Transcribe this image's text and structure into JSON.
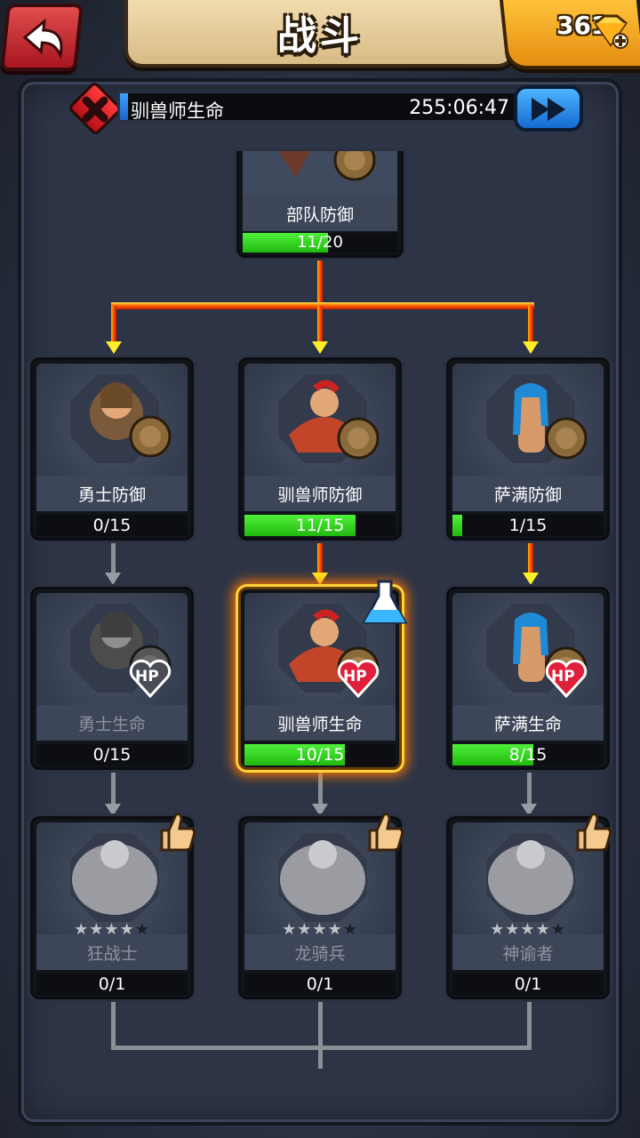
{
  "header": {
    "title": "战斗",
    "gems": "361"
  },
  "research": {
    "label": "驯兽师生命",
    "time_remaining": "255:06:47",
    "progress": 0.02
  },
  "top_card": {
    "name": "部队防御",
    "progress_text": "11/20",
    "progress": 0.55
  },
  "rows": [
    [
      {
        "name": "勇士防御",
        "progress_text": "0/15",
        "progress": 0.0,
        "locked": false
      },
      {
        "name": "驯兽师防御",
        "progress_text": "11/15",
        "progress": 0.733,
        "locked": false
      },
      {
        "name": "萨满防御",
        "progress_text": "1/15",
        "progress": 0.067,
        "locked": false
      }
    ],
    [
      {
        "name": "勇士生命",
        "progress_text": "0/15",
        "progress": 0.0,
        "locked": true,
        "badge": "HP"
      },
      {
        "name": "驯兽师生命",
        "progress_text": "10/15",
        "progress": 0.667,
        "locked": false,
        "badge": "HP",
        "active": true
      },
      {
        "name": "萨满生命",
        "progress_text": "8/15",
        "progress": 0.533,
        "locked": false,
        "badge": "HP"
      }
    ],
    [
      {
        "name": "狂战士",
        "progress_text": "0/1",
        "progress": 0.0,
        "locked": true,
        "stars": 4
      },
      {
        "name": "龙骑兵",
        "progress_text": "0/1",
        "progress": 0.0,
        "locked": true,
        "stars": 4
      },
      {
        "name": "神谕者",
        "progress_text": "0/1",
        "progress": 0.0,
        "locked": true,
        "stars": 4
      }
    ]
  ],
  "colors": {
    "progress_green": "#2ed21a",
    "research_blue": "#2f8cf0",
    "active_glow": "#ff9a1a",
    "gem_gold": "#f5a623"
  },
  "icons": [
    "back-arrow-icon",
    "gem-icon",
    "cancel-x-icon",
    "fast-forward-icon",
    "flask-icon",
    "thumbs-up-icon",
    "hp-heart-icon"
  ]
}
